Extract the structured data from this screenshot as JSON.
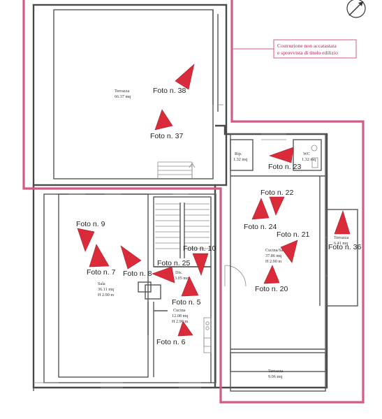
{
  "colors": {
    "boundary": "#d45a8a",
    "marker": "#d92b3a",
    "note": "#c2185b",
    "wall": "#555555"
  },
  "icons": {
    "north": "north-arrow-icon"
  },
  "note": {
    "line1": "Costruzione non accatastata",
    "line2": "e sprovvista di titolo edilizio"
  },
  "rooms": {
    "terrazza_top": {
      "name": "Terrazza",
      "area": "66.37 mq"
    },
    "rip": {
      "name": "Rip.",
      "area": "1.32 mq"
    },
    "wc": {
      "name": "WC",
      "area": "1.32 mq"
    },
    "sala": {
      "name": "Sala",
      "area": "36.11 mq",
      "height": "H 2.90 m"
    },
    "dis": {
      "name": "Dis.",
      "area": "3.05 mq"
    },
    "cucina": {
      "name": "Cucina",
      "area": "12.08 mq",
      "height": "H 2.90 m"
    },
    "cucina_sala": {
      "name": "Cucina/Sala",
      "area": "37.86 mq",
      "height": "H 2.90 m"
    },
    "terrazza_right": {
      "name": "Terrazza",
      "area": "6.41 mq"
    },
    "terrazza_bottom": {
      "name": "Terrazza",
      "area": "9.06 mq"
    }
  },
  "photos": [
    {
      "label": "Foto n. 38"
    },
    {
      "label": "Foto n. 37"
    },
    {
      "label": "Foto n. 23"
    },
    {
      "label": "Foto n. 22"
    },
    {
      "label": "Foto n. 24"
    },
    {
      "label": "Foto n. 21"
    },
    {
      "label": "Foto n. 36"
    },
    {
      "label": "Foto n. 9"
    },
    {
      "label": "Foto n. 7"
    },
    {
      "label": "Foto n. 8"
    },
    {
      "label": "Foto n. 25"
    },
    {
      "label": "Foto n. 10"
    },
    {
      "label": "Foto n. 5"
    },
    {
      "label": "Foto n. 20"
    },
    {
      "label": "Foto n. 6"
    }
  ]
}
